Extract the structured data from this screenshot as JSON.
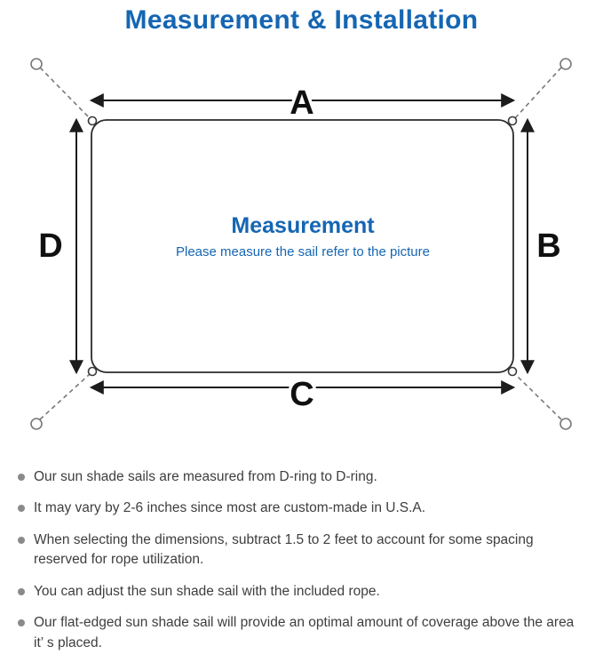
{
  "colors": {
    "accent_blue": "#1566b3",
    "text_dark": "#3e3e3e",
    "bullet_gray": "#8a8a8a",
    "line_dark": "#1c1c1c",
    "guide_gray": "#787878"
  },
  "page": {
    "title": "Measurement & Installation"
  },
  "diagram": {
    "labels": {
      "top": "A",
      "right": "B",
      "bottom": "C",
      "left": "D"
    },
    "center": {
      "title": "Measurement",
      "subtitle": "Please measure the sail refer to the picture"
    }
  },
  "notes": [
    "Our sun shade sails are measured from D-ring to D-ring.",
    "It may vary by 2-6 inches since most are custom-made in U.S.A.",
    "When selecting the dimensions, subtract 1.5 to 2 feet to account for some spacing reserved for rope utilization.",
    "You can adjust the sun shade sail with the included rope.",
    "Our flat-edged sun shade sail will provide an optimal amount of coverage above the area it’ s placed."
  ]
}
